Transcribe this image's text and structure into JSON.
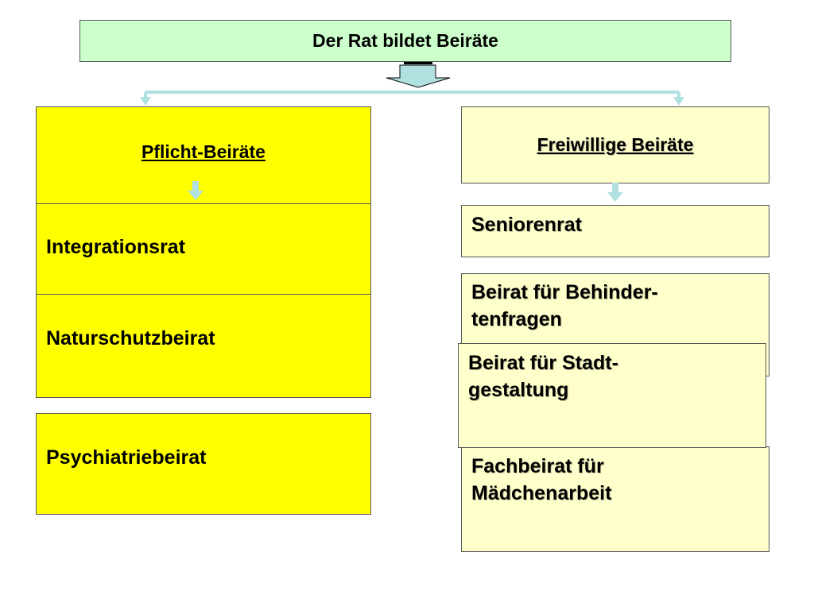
{
  "diagram": {
    "title": "Der Rat bildet Beiräte",
    "left_branch": {
      "heading": "Pflicht-Beiräte",
      "items": [
        "Integrationsrat",
        "Naturschutzbeirat",
        "Psychiatriebeirat"
      ]
    },
    "right_branch": {
      "heading": "Freiwillige Beiräte",
      "items": [
        {
          "line1": "Seniorenrat",
          "line2": ""
        },
        {
          "line1": "Beirat für Behinder-",
          "line2": "tenfragen"
        },
        {
          "line1": "Beirat für Stadt-",
          "line2": "gestaltung"
        },
        {
          "line1": "Fachbeirat für",
          "line2": "Mädchenarbeit"
        }
      ]
    },
    "colors": {
      "title_fill": "#ccffcc",
      "mandatory_fill": "#ffff00",
      "voluntary_fill": "#ffffcc",
      "connector": "#b0e0e0"
    }
  }
}
